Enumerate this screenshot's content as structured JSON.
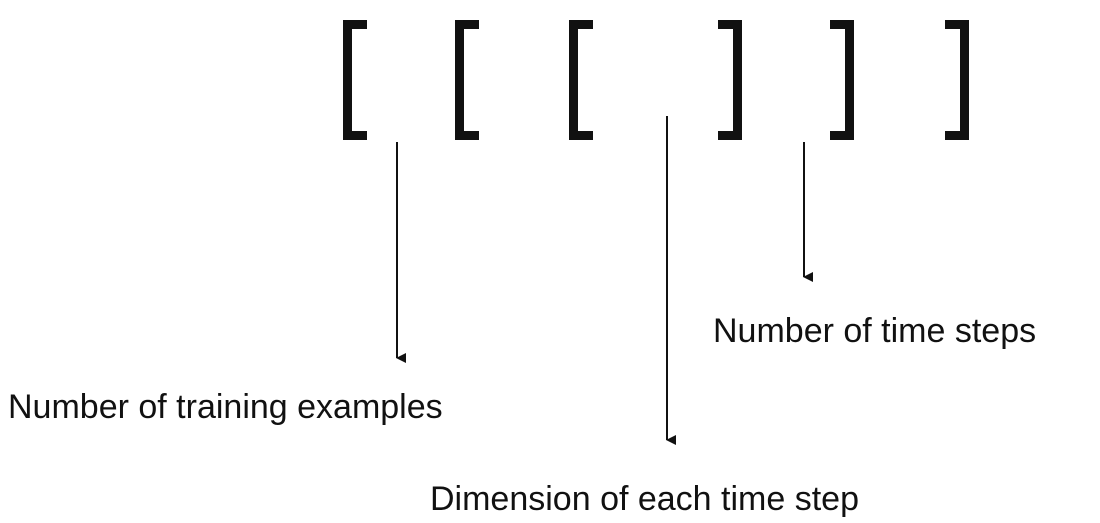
{
  "diagram": {
    "brackets": [
      "[",
      "[",
      "[",
      "]",
      "]",
      "]"
    ],
    "labels": {
      "training_examples": "Number of training examples",
      "time_steps": "Number of time steps",
      "dimension": "Dimension of each time step"
    },
    "colors": {
      "ink": "#111111",
      "background": "#ffffff"
    }
  }
}
